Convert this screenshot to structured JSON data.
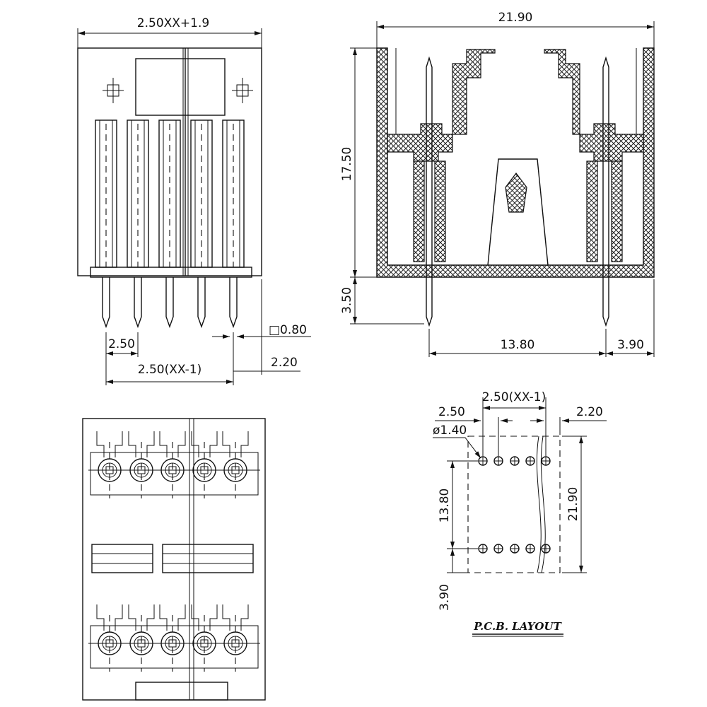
{
  "side_view": {
    "width_label": "2.50XX+1.9",
    "pitch_label": "2.50",
    "span_label": "2.50(XX-1)",
    "pin_size_label": "□0.80",
    "offset_label": "2.20"
  },
  "section_view": {
    "width_label": "21.90",
    "height_label": "17.50",
    "pin_length_label": "3.50",
    "pin_spacing_label": "13.80",
    "edge_label": "3.90"
  },
  "pcb_layout": {
    "span_label": "2.50(XX-1)",
    "pitch_label": "2.50",
    "offset_label": "2.20",
    "hole_label": "ø1.40",
    "row_spacing_label": "13.80",
    "width_label": "21.90",
    "edge_label": "3.90",
    "title": "P.C.B. LAYOUT"
  }
}
